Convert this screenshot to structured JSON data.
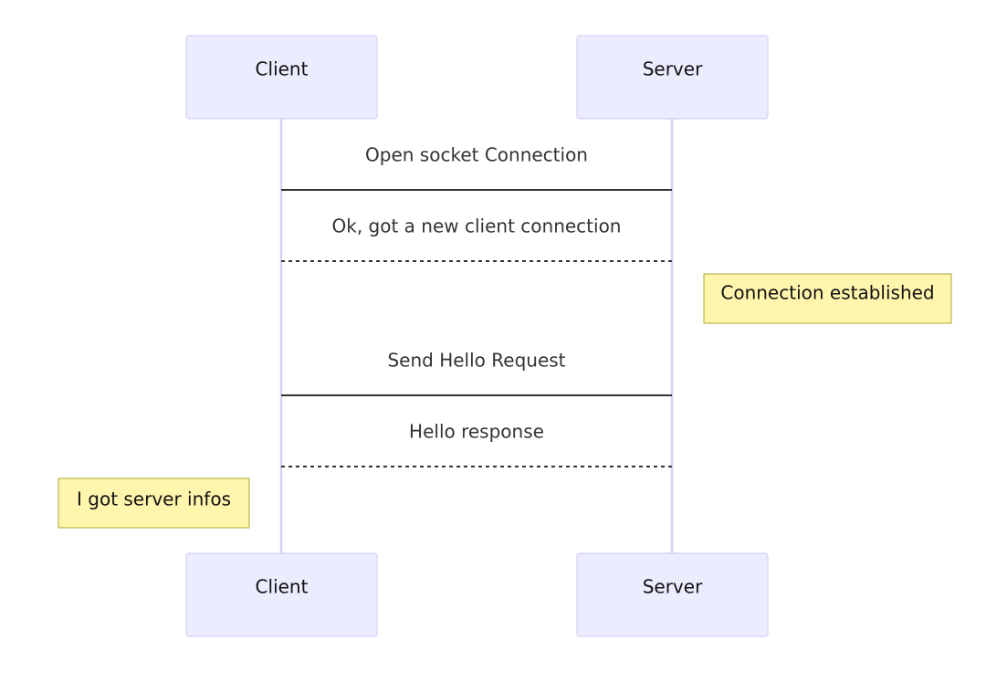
{
  "actors": {
    "client": "Client",
    "server": "Server"
  },
  "messages": [
    {
      "text": "Open socket Connection",
      "style": "solid"
    },
    {
      "text": "Ok, got a new client connection",
      "style": "dashed"
    },
    {
      "text": "Send Hello Request",
      "style": "solid"
    },
    {
      "text": "Hello response",
      "style": "dashed"
    }
  ],
  "notes": [
    {
      "text": "Connection established"
    },
    {
      "text": "I got server infos"
    }
  ],
  "colors": {
    "actor_fill": "#ECECFF",
    "actor_border": "#D6D0F2",
    "note_fill": "#FFF5AD",
    "note_border": "#AAAA33",
    "line": "#333333"
  }
}
